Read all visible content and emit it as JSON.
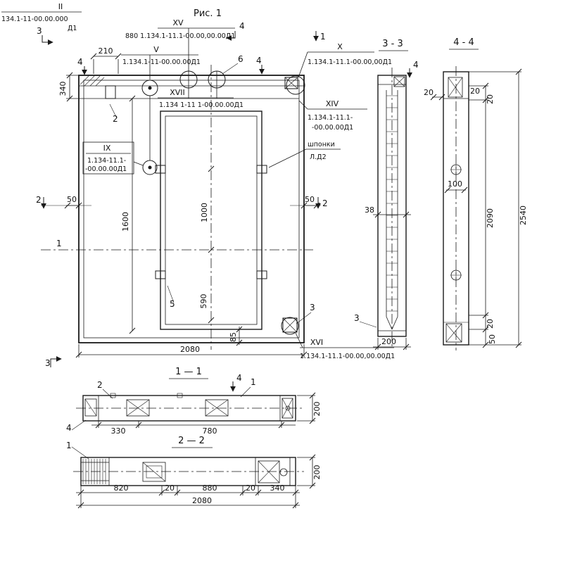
{
  "figure": {
    "title": "Рис. 1"
  },
  "callouts": {
    "c2": {
      "num": "II",
      "ref": "134.1-11-00.00.000",
      "extra": "Д1"
    },
    "c15": {
      "num": "XV",
      "ref": "880 1.134.1-11.1-00.00,00.00Д1"
    },
    "c5": {
      "num": "V",
      "ref": "1.134.1-11-00.00.00Д1"
    },
    "c10": {
      "num": "X",
      "ref": "1.134.1-11.1-00.00,00Д1"
    },
    "c17": {
      "num": "XVII",
      "ref": "1.134 1-11 1-00.00.00Д1"
    },
    "c14": {
      "num": "XIV",
      "ref1": "1.134.1-11.1-",
      "ref2": "-00.00.00Д1"
    },
    "c9": {
      "num": "IX",
      "ref1": "1.134-11.1-",
      "ref2": "-00.00.00Д1"
    },
    "c16": {
      "num": "XVI",
      "ref": "1.134.1-11.1-00.00,00.00Д1"
    },
    "keys": {
      "line1": "шпонки",
      "line2": "Л.Д2"
    }
  },
  "plan": {
    "dims": {
      "d210": "210",
      "d340": "340",
      "d50_left": "50",
      "d50_right": "50",
      "d1600": "1600",
      "d1000": "1000",
      "d590": "590",
      "d85": "85",
      "d2080": "2080"
    },
    "marks": {
      "sec3_top": "3",
      "sec3_bottom": "3",
      "sec4_left": "4",
      "sec4_mid": "4",
      "sec4_right": "4",
      "sec1_right": "1",
      "sec2_left": "2",
      "sec2_right": "2",
      "pos1": "1",
      "pos2": "2",
      "pos5": "5",
      "pos6": "6",
      "pos3": "3"
    }
  },
  "sec33": {
    "title": "3 - 3",
    "dims": {
      "d38": "38",
      "d200": "200"
    },
    "marks": {
      "pos3": "3",
      "sec4": "4"
    }
  },
  "sec44": {
    "title": "4 - 4",
    "dims": {
      "d20_left": "20",
      "d20_right": "20",
      "d100": "100",
      "d20_top": "20",
      "d2090": "2090",
      "d20_bottom": "20",
      "d50": "50",
      "d2540": "2540"
    }
  },
  "sec11": {
    "title": "1 — 1",
    "dims": {
      "d330": "330",
      "d780": "780",
      "d200": "200"
    },
    "marks": {
      "pos2": "2",
      "pos1": "1",
      "sec4": "4",
      "pos4_left": "4",
      "pos1_left": "1"
    }
  },
  "sec22": {
    "title": "2 — 2",
    "dims": {
      "d820": "820",
      "d20_a": "20",
      "d880": "880",
      "d20_b": "20",
      "d340": "340",
      "d2080": "2080",
      "d200": "200"
    }
  }
}
